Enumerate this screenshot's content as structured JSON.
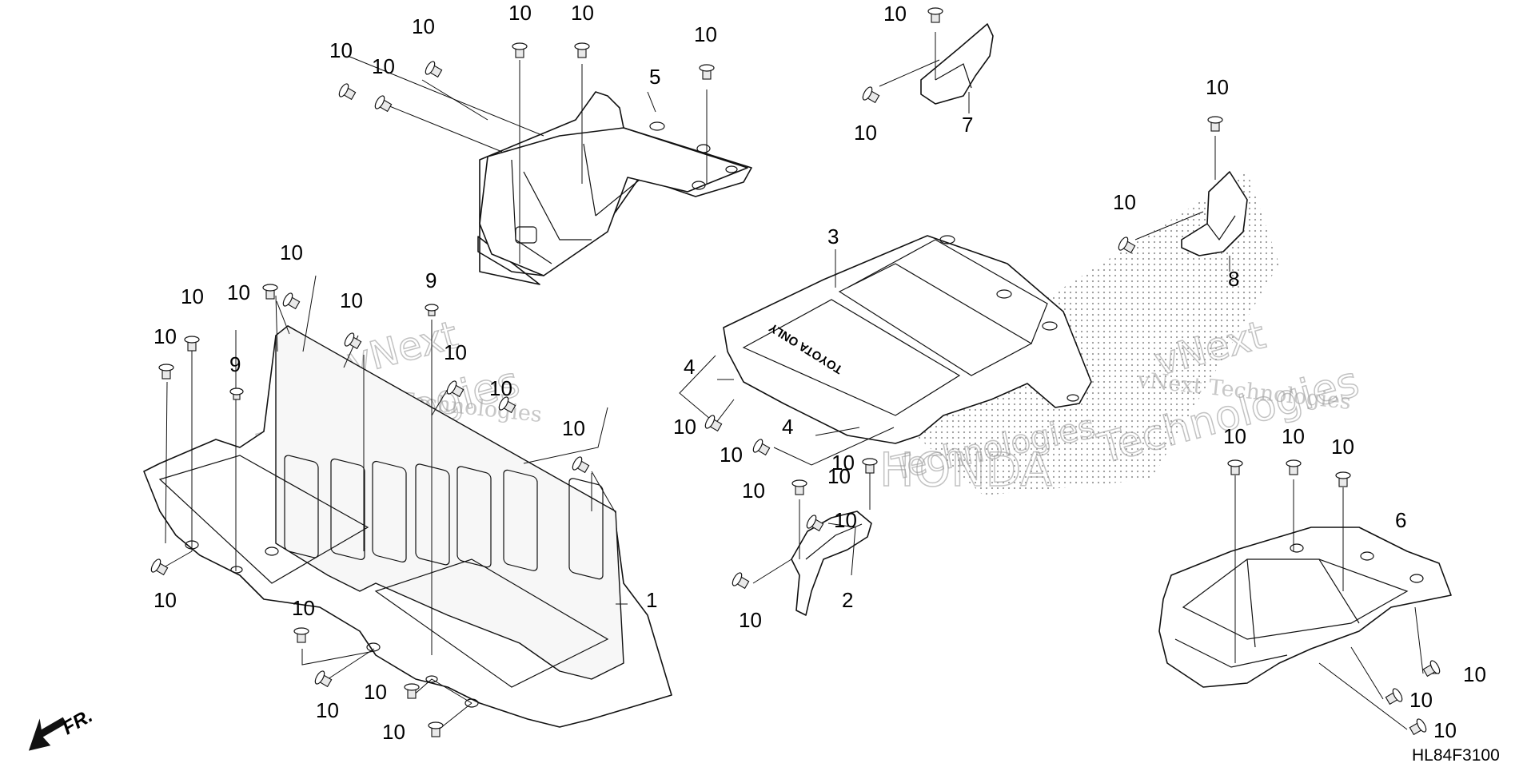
{
  "diagram": {
    "code": "HL84F3100",
    "front_marker": "FR.",
    "panel_label": "TOYOTA ONLY",
    "watermarks": [
      {
        "text": "vNext",
        "style": "outline"
      },
      {
        "text": "Technologies",
        "style": "outline"
      },
      {
        "text": "vNext Technologies",
        "style": "solid"
      },
      {
        "text": "vNext",
        "style": "outline"
      },
      {
        "text": "Technologies",
        "style": "outline"
      },
      {
        "text": "vNext Technologies",
        "style": "solid"
      },
      {
        "text": "Technologies",
        "style": "outline"
      },
      {
        "text": "HONDA",
        "style": "outline"
      }
    ],
    "labels": [
      {
        "id": "l01",
        "text": "10"
      },
      {
        "id": "l02",
        "text": "10"
      },
      {
        "id": "l03",
        "text": "10"
      },
      {
        "id": "l04",
        "text": "10"
      },
      {
        "id": "l05",
        "text": "10"
      },
      {
        "id": "l06",
        "text": "10"
      },
      {
        "id": "l07",
        "text": "5"
      },
      {
        "id": "l08",
        "text": "10"
      },
      {
        "id": "l09",
        "text": "10"
      },
      {
        "id": "l10",
        "text": "7"
      },
      {
        "id": "l11",
        "text": "10"
      },
      {
        "id": "l12",
        "text": "10"
      },
      {
        "id": "l13",
        "text": "8"
      },
      {
        "id": "l14",
        "text": "3"
      },
      {
        "id": "l15",
        "text": "10"
      },
      {
        "id": "l16",
        "text": "10"
      },
      {
        "id": "l17",
        "text": "10"
      },
      {
        "id": "l18",
        "text": "10"
      },
      {
        "id": "l19",
        "text": "10"
      },
      {
        "id": "l20",
        "text": "9"
      },
      {
        "id": "l21",
        "text": "9"
      },
      {
        "id": "l22",
        "text": "10"
      },
      {
        "id": "l23",
        "text": "10"
      },
      {
        "id": "l24",
        "text": "10"
      },
      {
        "id": "l25",
        "text": "10"
      },
      {
        "id": "l26",
        "text": "10"
      },
      {
        "id": "l27",
        "text": "1"
      },
      {
        "id": "l28",
        "text": "10"
      },
      {
        "id": "l29",
        "text": "10"
      },
      {
        "id": "l30",
        "text": "10"
      },
      {
        "id": "l31",
        "text": "10"
      },
      {
        "id": "l32",
        "text": "4"
      },
      {
        "id": "l33",
        "text": "10"
      },
      {
        "id": "l34",
        "text": "4"
      },
      {
        "id": "l35",
        "text": "10"
      },
      {
        "id": "l36",
        "text": "10"
      },
      {
        "id": "l37",
        "text": "10"
      },
      {
        "id": "l38",
        "text": "10"
      },
      {
        "id": "l39",
        "text": "2"
      },
      {
        "id": "l40",
        "text": "10"
      },
      {
        "id": "l41",
        "text": "10"
      },
      {
        "id": "l42",
        "text": "10"
      },
      {
        "id": "l43",
        "text": "10"
      },
      {
        "id": "l44",
        "text": "6"
      },
      {
        "id": "l45",
        "text": "10"
      },
      {
        "id": "l46",
        "text": "10"
      },
      {
        "id": "l47",
        "text": "10"
      }
    ]
  }
}
